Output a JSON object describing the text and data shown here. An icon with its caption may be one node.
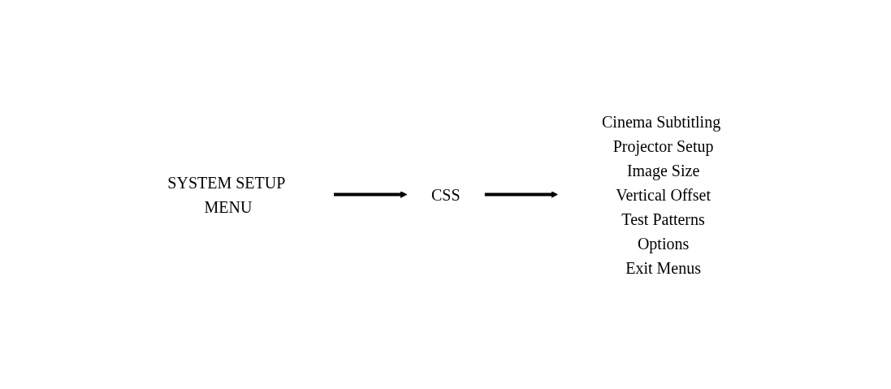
{
  "diagram": {
    "nodes": [
      {
        "text": [
          "SYSTEM SETUP MENU"
        ]
      },
      {
        "text": [
          "CSS"
        ]
      },
      {
        "text": [
          "Cinema Subtitling Projector Setup",
          "Image Size",
          "Vertical Offset",
          "Test Patterns",
          "Options",
          "Exit Menus"
        ]
      }
    ],
    "edges": [
      {
        "from": 0,
        "to": 1,
        "arrow": "to"
      },
      {
        "from": 1,
        "to": 2,
        "arrow": "to"
      }
    ]
  }
}
